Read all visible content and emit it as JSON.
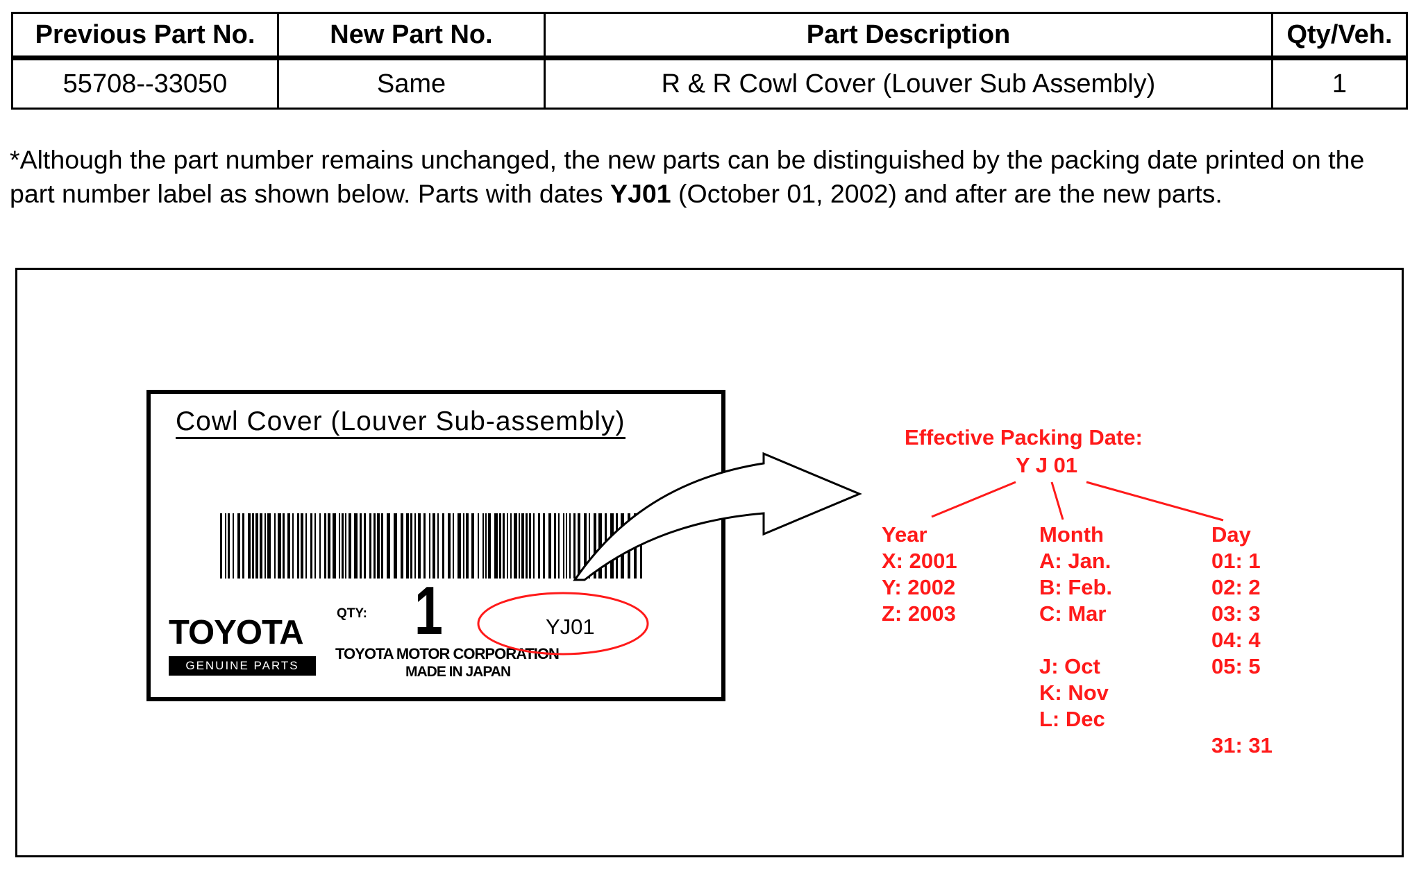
{
  "parts_table": {
    "headers": [
      "Previous Part No.",
      "New Part No.",
      "Part Description",
      "Qty/Veh."
    ],
    "row": [
      "55708--33050",
      "Same",
      "R & R Cowl Cover (Louver Sub Assembly)",
      "1"
    ]
  },
  "note": {
    "before": "*Although the part number remains unchanged, the new parts can be distinguished by the packing date printed on the part number label as shown below. Parts with dates ",
    "code": "YJ01",
    "after": " (October 01, 2002) and after are the new parts."
  },
  "label": {
    "title": "Cowl Cover (Louver Sub-assembly)",
    "brand": "TOYOTA",
    "brand_sub": "GENUINE PARTS",
    "qty_label": "QTY:",
    "qty_value": "1",
    "manufacturer": "TOYOTA MOTOR CORPORATION",
    "origin": "MADE IN JAPAN",
    "date_code": "YJ01"
  },
  "legend": {
    "title": "Effective Packing Date:",
    "code": "Y J 01",
    "year": {
      "heading": "Year",
      "items": [
        "X: 2001",
        "Y: 2002",
        "Z: 2003"
      ]
    },
    "month": {
      "heading": "Month",
      "items": [
        "A: Jan.",
        "B: Feb.",
        "C: Mar",
        "",
        "J: Oct",
        "K: Nov",
        "L: Dec"
      ]
    },
    "day": {
      "heading": "Day",
      "items": [
        "01: 1",
        "02: 2",
        "03: 3",
        "04: 4",
        "05: 5",
        "",
        "",
        "31: 31"
      ]
    }
  },
  "colors": {
    "accent_red": "#ff1a1a",
    "text": "#000000"
  }
}
